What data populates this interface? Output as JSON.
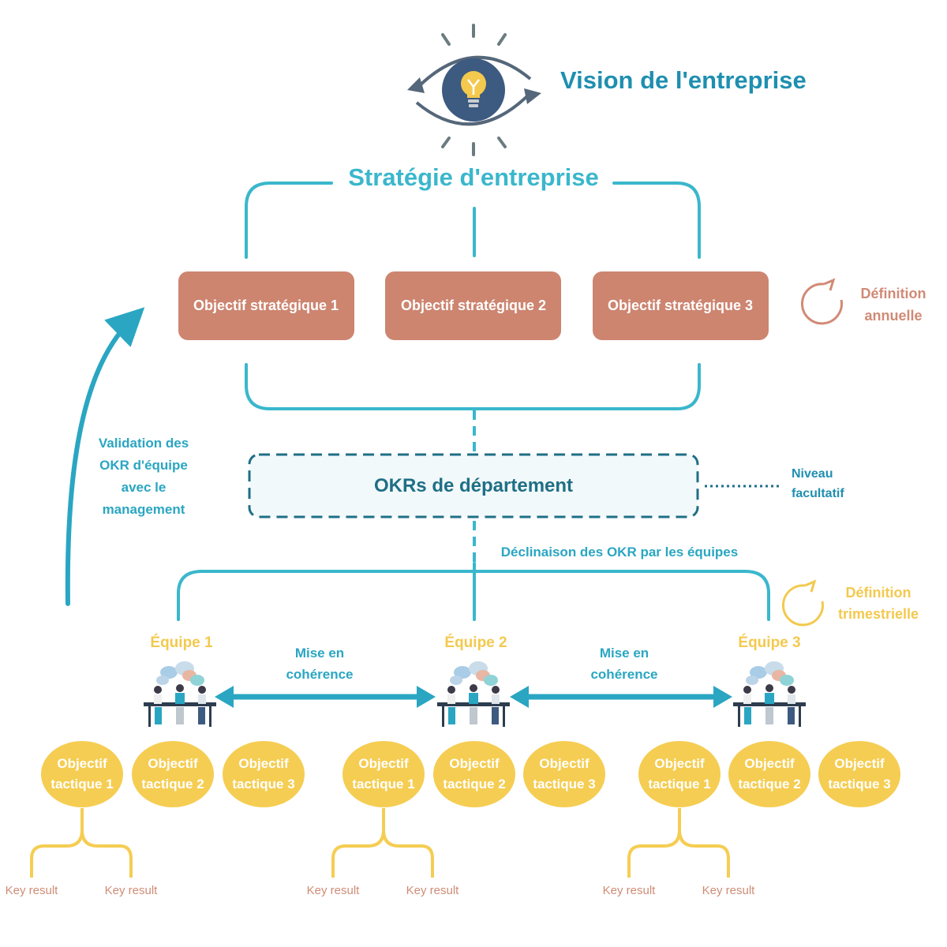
{
  "vision": {
    "title": "Vision de l'entreprise"
  },
  "strategy": {
    "title": "Stratégie d'entreprise"
  },
  "objectives": [
    {
      "label": "Objectif stratégique 1"
    },
    {
      "label": "Objectif stratégique 2"
    },
    {
      "label": "Objectif stratégique 3"
    }
  ],
  "annual": {
    "line1": "Définition",
    "line2": "annuelle"
  },
  "department": {
    "label": "OKRs de département"
  },
  "optional_level": {
    "line1": "Niveau",
    "line2": "facultatif"
  },
  "validation": {
    "lines": [
      "Validation des",
      "OKR d'équipe",
      "avec le",
      "management"
    ]
  },
  "declinaison": {
    "label": "Déclinaison des OKR par les équipes"
  },
  "quarterly": {
    "line1": "Définition",
    "line2": "trimestrielle"
  },
  "teams": [
    {
      "name": "Équipe 1",
      "tactics": [
        {
          "line1": "Objectif",
          "line2": "tactique 1"
        },
        {
          "line1": "Objectif",
          "line2": "tactique 2"
        },
        {
          "line1": "Objectif",
          "line2": "tactique 3"
        }
      ],
      "key_results": [
        "Key result",
        "Key result"
      ]
    },
    {
      "name": "Équipe 2",
      "tactics": [
        {
          "line1": "Objectif",
          "line2": "tactique 1"
        },
        {
          "line1": "Objectif",
          "line2": "tactique 2"
        },
        {
          "line1": "Objectif",
          "line2": "tactique 3"
        }
      ],
      "key_results": [
        "Key result",
        "Key result"
      ]
    },
    {
      "name": "Équipe 3",
      "tactics": [
        {
          "line1": "Objectif",
          "line2": "tactique 1"
        },
        {
          "line1": "Objectif",
          "line2": "tactique 2"
        },
        {
          "line1": "Objectif",
          "line2": "tactique 3"
        }
      ],
      "key_results": [
        "Key result",
        "Key result"
      ]
    }
  ],
  "coherence": [
    {
      "line1": "Mise en",
      "line2": "cohérence"
    },
    {
      "line1": "Mise en",
      "line2": "cohérence"
    }
  ],
  "colors": {
    "teal": "#3ab7cc",
    "dark_teal": "#1f6f86",
    "salmon": "#cd8570",
    "yellow": "#f5cd52",
    "navy": "#3d5a80"
  },
  "icons": [
    "eye-lightbulb-icon",
    "refresh-icon",
    "team-meeting-icon"
  ]
}
